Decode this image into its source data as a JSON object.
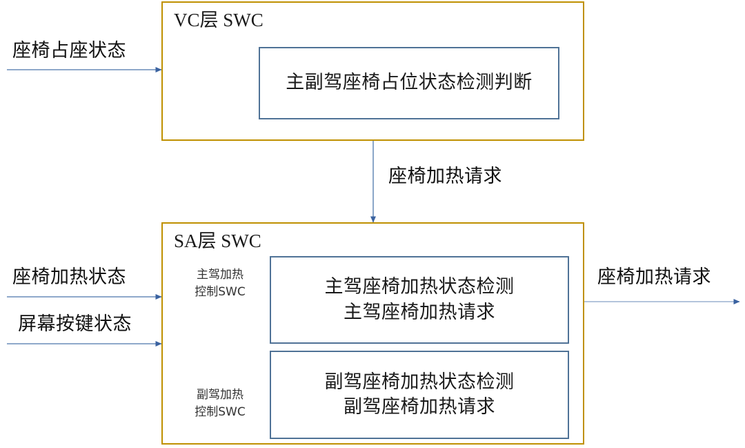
{
  "diagram": {
    "type": "block-architecture",
    "accent_outer_border": "#bf9000",
    "accent_inner_border": "#4f7296",
    "arrow_color": "#4472a8",
    "background": "#ffffff"
  },
  "vc_layer": {
    "title": "VC层 SWC",
    "components": [
      {
        "lines": [
          "主副驾座椅占位状态检测判断"
        ]
      }
    ]
  },
  "sa_layer": {
    "title": "SA层 SWC",
    "sub_swcs": [
      {
        "lines": [
          "主驾加热",
          "控制SWC"
        ]
      },
      {
        "lines": [
          "副驾加热",
          "控制SWC"
        ]
      }
    ],
    "components": [
      {
        "lines": [
          "主驾座椅加热状态检测",
          "主驾座椅加热请求"
        ]
      },
      {
        "lines": [
          "副驾座椅加热状态检测",
          "副驾座椅加热请求"
        ]
      }
    ]
  },
  "signals": {
    "vc_input": "座椅占座状态",
    "interlayer": "座椅加热请求",
    "sa_input_1": "座椅加热状态",
    "sa_input_2": "屏幕按键状态",
    "sa_output": "座椅加热请求"
  }
}
